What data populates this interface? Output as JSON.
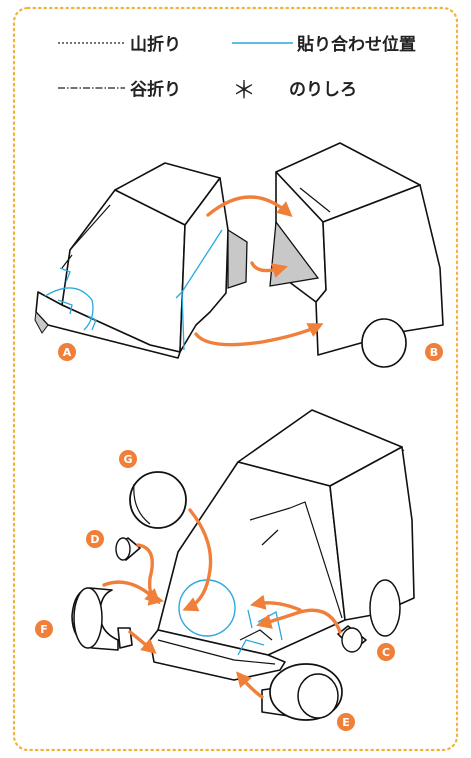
{
  "legend": {
    "mountain_fold": "山折り",
    "paste_position": "貼り合わせ位置",
    "valley_fold": "谷折り",
    "glue_tab_symbol": "＊",
    "glue_tab": "のりしろ"
  },
  "labels": {
    "a": "A",
    "b": "B",
    "c": "C",
    "d": "D",
    "e": "E",
    "f": "F",
    "g": "G"
  },
  "colors": {
    "border": "#f0b43c",
    "arrow": "#f07f3a",
    "paste_line": "#2aa8df",
    "badge": "#f07f3a",
    "tab_gray": "#c8c8c8"
  }
}
